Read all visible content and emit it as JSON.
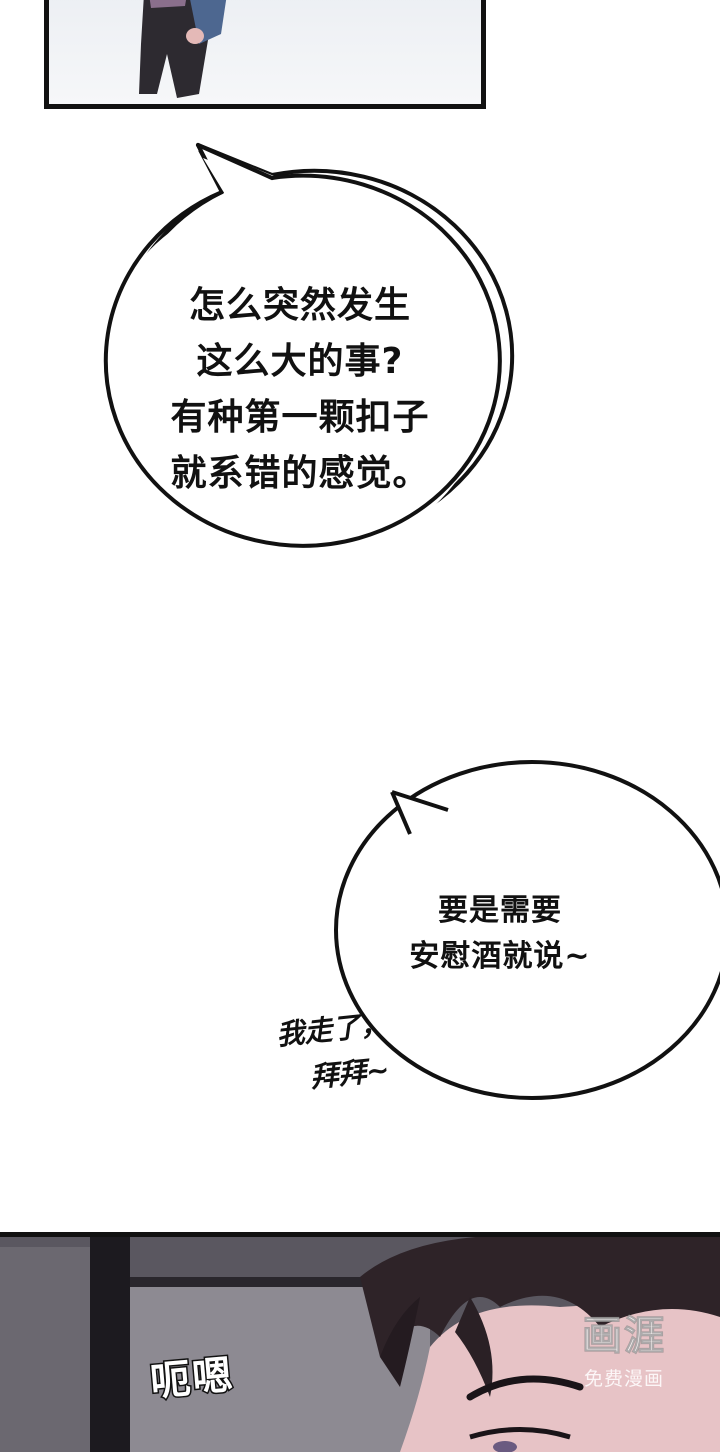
{
  "bubble_1": {
    "lines": [
      "怎么突然发生",
      "这么大的事?",
      "有种第一颗扣子",
      "就系错的感觉。"
    ]
  },
  "bubble_2": {
    "lines": [
      "要是需要",
      "安慰酒就说~"
    ]
  },
  "handwritten": {
    "line1": "我走了，",
    "line2": "拜拜~"
  },
  "sound_effect": "呃嗯",
  "watermark": {
    "logo": "画涯",
    "subtitle": "免费漫画"
  },
  "colors": {
    "ink": "#111111",
    "paper": "#ffffff",
    "hair": "#2e2328",
    "skin": "#e9c6c9",
    "bg_panel": "#55525a"
  }
}
